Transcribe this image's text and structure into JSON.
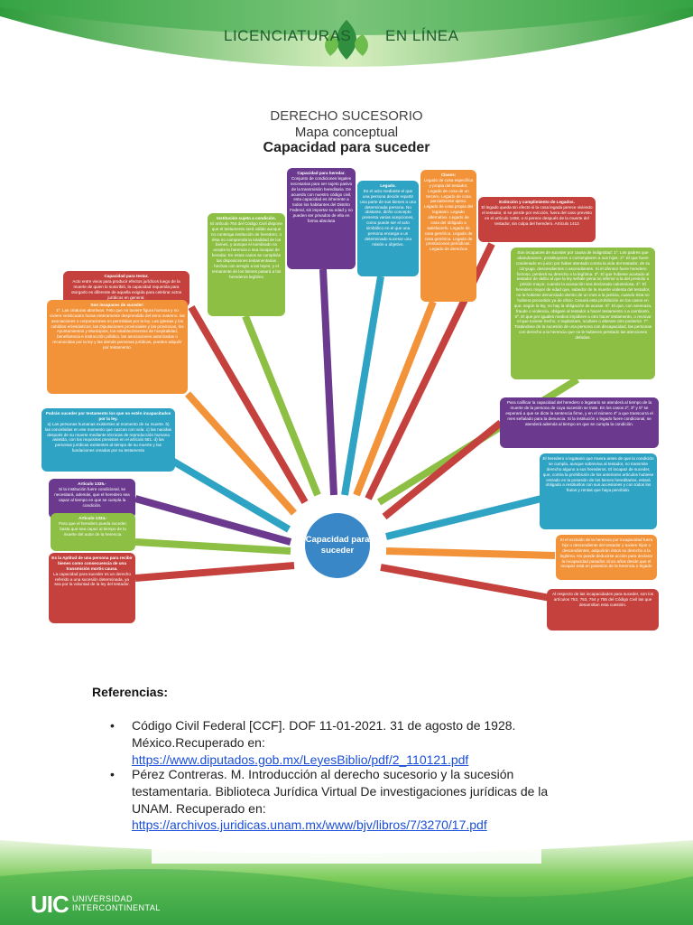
{
  "header": {
    "left_text": "LICENCIATURAS",
    "right_text": "EN LÍNEA"
  },
  "titles": {
    "line1": "DERECHO SUCESORIO",
    "line2": "Mapa conceptual",
    "line3": "Capacidad para suceder"
  },
  "diagram": {
    "center": "Capacidad para suceder",
    "boxes": {
      "capacidad_heredar": {
        "title": "Capacidad para heredar.",
        "body": "Conjunto de condiciones legales necesarias para ser sujeto pasivo de la transmisión hereditaria. De acuerdo con nuestro código civil, esta capacidad es inherente a todos los habitantes del Distrito Federal, sin importar su edad y no pueden ser privados de ella en forma absoluta"
      },
      "legado": {
        "title": "Legado.",
        "body": "Es el acto mediante el que una persona decide repartir una parte de sus bienes a una determinada persona. No obstante, dicho concepto presenta varias acepciones, como puede ser el acto simbólico en el que una persona encarga a un determinado sucesor una misión u objetivo."
      },
      "clases": {
        "title": "Clases:",
        "body": "Legado de cosa específica y propia del testador, Legado de cosa de un tercero. Legado de cosa parcialmente ajena. Legado de cosa propia del legatario. Legado alternativo. Legado de cosa del obligado a satisfacerlo. Legado de cosa genérica. Legado de cosa genérica. Legado de prestaciones periódicas. Legado de derechos"
      },
      "extincion": {
        "title": "Extinción y cumplimiento de Legados.",
        "body": "El legado queda sin efecto si la cosa legada perece viviendo el testador, si se pierde por evicción, fuera del caso previsto en el artículo 1458, o si perece después de la muerte del testador, sin culpa del heredero. Artículo 1413"
      },
      "institucion": {
        "title": "Institución sujeta a condición.",
        "body": "El artículo 764 del Código Civil dispone que el testamento será válido aunque no contenga institución de heredero, o ésta no comprenda la totalidad de los bienes, y aunque el nombrado no acepte la herencia o sea incapaz de heredar. En estos casos se cumplirán las disposiciones testamentarias hechas con arreglo a las leyes, y el remanente de los bienes pasará a los herederos legítimo"
      },
      "capacidad_testar": {
        "title": "Capacidad para testar.",
        "body": "Acto entre vivos para producir efectos jurídicos luego de la muerte de quien lo suscribió, la capacidad requerida para otorgarlo es diferente de aquella exigida para celebrar actos jurídicos en general."
      },
      "incapaces_indignidad": {
        "title": "",
        "body": "Son incapaces de suceder por causa de indignidad: 1º. Los padres que abandonaren, prostituyeren o corrompieren a sus hijos. 2º. El que fuere condenado en juicio por haber atentado contra la vida del testador, de su cónyuge, descendientes o ascendientes. Si el ofensor fuere heredero forzoso, perderá su derecho a la legítima. 3º. El que hubiese acusado al testador de delito al que la ley señale pena no inferior a la del presidio o prisión mayor, cuando la acusación sea declarada calumniosa. 4º. El heredero mayor de edad que, sabedor de la muerte violenta del testador, no la hubiese denunciado dentro de un mes a la justicia, cuando ésta no hubiera procedido ya de oficio. Cesará esta prohibición en los casos en que, según la ley, no hay la obligación de acusar. 5º. El que, con amenaza, fraude o violencia, obligare al testador a hacer testamento o a cambiarlo. 6º. El que por iguales medios impidiere a otro hacer testamento, o revocar el que tuviese hecho, o suplantare, ocultare o alterare otro posterior. 7º. Tratándose de la sucesión de una persona con discapacidad, las personas con derecho a la herencia que no le hubieren prestado las atenciones debidas."
      },
      "incapaces_suceder": {
        "title": "Son incapaces de suceder:",
        "body": "1º. Las criaturas abortivas. Feto que no tuviere figura humana y no viviere veinticuatro horas enteramente desprendido del seno materno. las asociaciones o corporaciones no permitidas por la ley. Las iglesias y los cabildos eclesiásticos; las Diputaciones provinciales y las provincias, los Ayuntamientos y Municipios, los establecimientos de hospitalidad, beneficencia e instrucción pública, las asociaciones autorizadas o reconocidas por la ley y las demás personas jurídicas, pueden adquirir por testamento."
      },
      "calificar": {
        "title": "",
        "body": "Para calificar la capacidad del heredero o legatario se atenderá al tiempo de la muerte de la persona de cuya sucesión se trate. En los casos 2º, 3º y 5º se esperará a que se dicte la sentencia firme, y en el número 4º a que transcurra el mes señalado para la denuncia. Si la institución o legado fuere condicional, se atenderá además al tiempo en que se cumpla la condición."
      },
      "podran_suceder": {
        "title": "Podrán suceder por testamento los que no estén incapacitados por la ley.",
        "body": "a) Las personas humanas existentes al momento de su muerte. b) las concebidas en ese momento que nazcan con vida. c) las nacidas después de su muerte mediante técnicas de reproducción humana asistida, con los requisitos previstos en el artículo 561. d) las personas jurídicas existentes al tiempo de su muerte y las fundaciones creadas por su testamento"
      },
      "heredero_legatario": {
        "title": "",
        "body": "El heredero o legatario que muera antes de que la condición se cumpla, aunque sobreviva al testador, no transmite derecho alguno a sus herederos. El incapaz de suceder, que, contra la prohibición de los anteriores artículos hubiese entrado en la posesión de los bienes hereditarios, estará obligado a restituirlos con sus accesiones y con todos los frutos y rentas que haya percibido."
      },
      "articulo_1335": {
        "title": "Artículo 1335.-",
        "body": "Si la institución fuere condicional, se necesitará, además, que el heredero sea capaz al tiempo en que se cumpla la condición."
      },
      "articulo_1334": {
        "title": "Artículo 1334.-",
        "body": "Para que el heredero pueda suceder, basta que sea capaz al tiempo de la muerte del autor de la herencia."
      },
      "excluido": {
        "title": "",
        "body": "Si el excluido de la herencia por incapacidad fuera hijo o descendiente del testador y tuviere hijos o descendientes, adquirirán éstos su derecho a la legítima. No puede deducirse acción para declarar la incapacidad pasados cinco años desde que el incapaz está en posesión de la herencia o legado"
      },
      "aptitud": {
        "title": "Es la Aptitud de una persona para recibir bienes como consecuencia de una transmisión mortis causa.",
        "body": "La capacidad para suceder es un derecho referido a una sucesión determinada, ya sea por la voluntad de la ley del testador."
      },
      "incapacidades_articulos": {
        "title": "",
        "body": "Al respecto de las incapacidades para suceder, son los artículos 752, 753, 754 y 755 del Código Civil las que desarrollan esta cuestión."
      }
    }
  },
  "references": {
    "title": "Referencias:",
    "items": [
      {
        "text": "Código Civil Federal [CCF]. DOF 11-01-2021. 31 de agosto de 1928. México.Recuperado en:",
        "link": "https://www.diputados.gob.mx/LeyesBiblio/pdf/2_110121.pdf"
      },
      {
        "text": "Pérez Contreras. M. Introducción al derecho sucesorio y la sucesión testamentaria. Biblioteca Jurídica Virtual De investigaciones jurídicas de la UNAM. Recuperado en:",
        "link": "https://archivos.juridicas.unam.mx/www/bjv/libros/7/3270/17.pdf"
      }
    ]
  },
  "footer": {
    "logo": "UIC",
    "name_line1": "UNIVERSIDAD",
    "name_line2": "INTERCONTINENTAL"
  },
  "colors": {
    "purple": "#6b3a8e",
    "cyan": "#2fa3c3",
    "orange": "#f2933a",
    "red": "#c4413d",
    "green": "#8cbf43",
    "center": "#3a87c8",
    "link": "#1a4eda"
  }
}
